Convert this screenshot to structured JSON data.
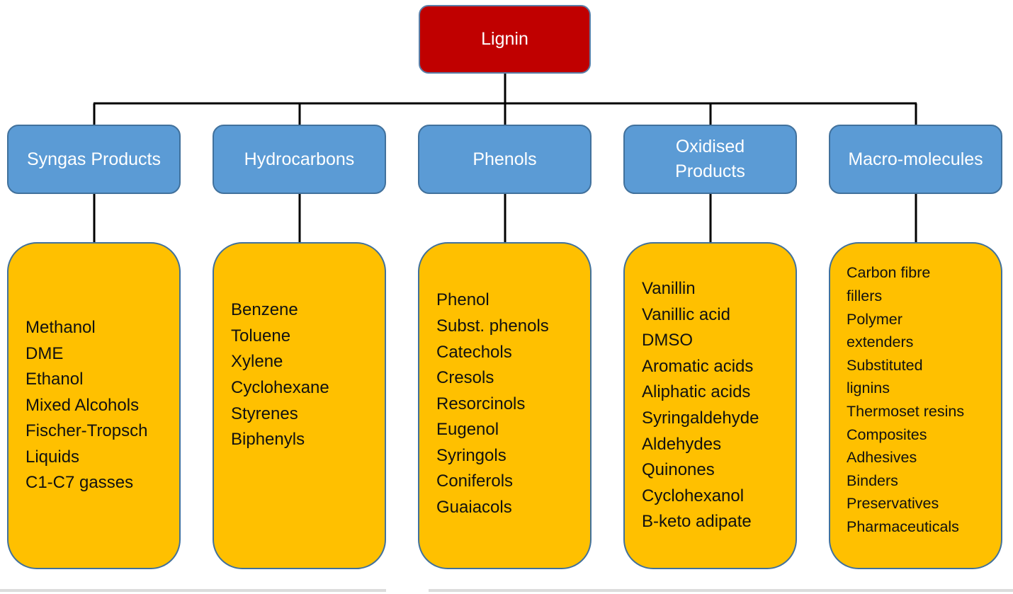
{
  "root": {
    "label": "Lignin"
  },
  "categories": [
    {
      "label": "Syngas Products",
      "items": [
        "Methanol",
        "DME",
        "Ethanol",
        "Mixed Alcohols",
        "Fischer-Tropsch",
        "Liquids",
        "C1-C7 gasses"
      ]
    },
    {
      "label": "Hydrocarbons",
      "items": [
        "Benzene",
        "Toluene",
        "Xylene",
        "Cyclohexane",
        "Styrenes",
        "Biphenyls"
      ]
    },
    {
      "label": "Phenols",
      "items": [
        "Phenol",
        "Subst. phenols",
        "Catechols",
        "Cresols",
        "Resorcinols",
        "Eugenol",
        "Syringols",
        "Coniferols",
        "Guaiacols"
      ]
    },
    {
      "label": "Oxidised Products",
      "items": [
        "Vanillin",
        "Vanillic acid",
        "DMSO",
        "Aromatic acids",
        "Aliphatic acids",
        "Syringaldehyde",
        "Aldehydes",
        "Quinones",
        "Cyclohexanol",
        "B-keto adipate"
      ]
    },
    {
      "label": "Macro-molecules",
      "items": [
        "Carbon fibre",
        "fillers",
        "Polymer",
        "extenders",
        "Substituted",
        "lignins",
        "Thermoset resins",
        "Composites",
        "Adhesives",
        "Binders",
        "Preservatives",
        "Pharmaceuticals"
      ]
    }
  ],
  "colors": {
    "root_fill": "#c00000",
    "category_fill": "#5b9bd5",
    "list_fill": "#ffc000",
    "border": "#41719c",
    "connector": "#000000"
  }
}
